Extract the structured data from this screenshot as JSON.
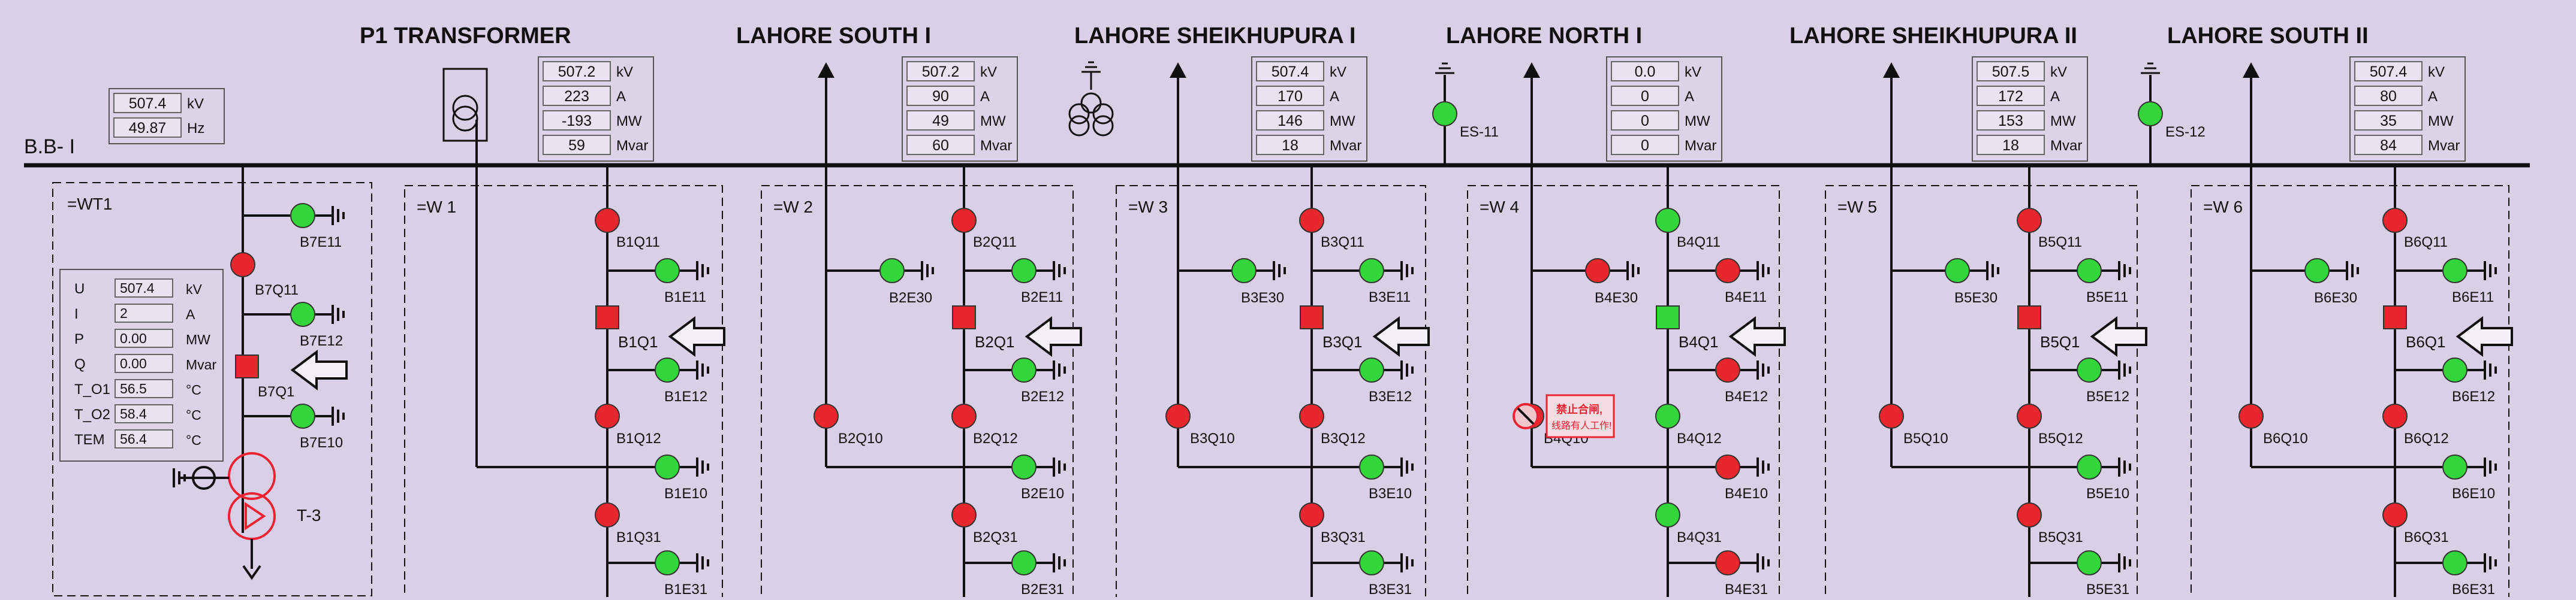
{
  "busbar": {
    "label": "B.B- I"
  },
  "colors": {
    "closed": "#e8262e",
    "open": "#33d63a",
    "line": "#111111",
    "bg": "#d9cfe6",
    "panel_bg": "#dcd3e8",
    "warn": "#ee2233"
  },
  "bus_meter": {
    "rows": [
      {
        "value": "507.4",
        "unit": "kV"
      },
      {
        "value": "49.87",
        "unit": "Hz"
      }
    ]
  },
  "transformer_panel": {
    "title": "=WT1",
    "rows": [
      {
        "label": "U",
        "value": "507.4",
        "unit": "kV"
      },
      {
        "label": "I",
        "value": "2",
        "unit": "A"
      },
      {
        "label": "P",
        "value": "0.00",
        "unit": "MW"
      },
      {
        "label": "Q",
        "value": "0.00",
        "unit": "Mvar"
      },
      {
        "label": "T_O1",
        "value": "56.5",
        "unit": "°C"
      },
      {
        "label": "T_O2",
        "value": "58.4",
        "unit": "°C"
      },
      {
        "label": "TEM",
        "value": "56.4",
        "unit": "°C"
      }
    ],
    "devices": {
      "e11": "B7E11",
      "q11": "B7Q11",
      "e12": "B7E12",
      "q1": "B7Q1",
      "e10": "B7E10"
    },
    "transformer_label": "T-3"
  },
  "top_devices": {
    "es11": "ES-11",
    "es12": "ES-12"
  },
  "warning_tag": {
    "line1": "禁止合闸,",
    "line2": "线路有人工作!"
  },
  "bays": [
    {
      "title": "P1 TRANSFORMER",
      "bay": "=W 1",
      "meter": [
        {
          "value": "507.2",
          "unit": "kV"
        },
        {
          "value": "223",
          "unit": "A"
        },
        {
          "value": "-193",
          "unit": "MW"
        },
        {
          "value": "59",
          "unit": "Mvar"
        }
      ],
      "labels": {
        "q11": "B1Q11",
        "e11": "B1E11",
        "q1": "B1Q1",
        "e12": "B1E12",
        "q12": "B1Q12",
        "e10": "B1E10",
        "q31": "B1Q31",
        "e31": "B1E31"
      }
    },
    {
      "title": "LAHORE SOUTH I",
      "bay": "=W 2",
      "meter": [
        {
          "value": "507.2",
          "unit": "kV"
        },
        {
          "value": "90",
          "unit": "A"
        },
        {
          "value": "49",
          "unit": "MW"
        },
        {
          "value": "60",
          "unit": "Mvar"
        }
      ],
      "labels": {
        "q11": "B2Q11",
        "e11": "B2E11",
        "e30": "B2E30",
        "q1": "B2Q1",
        "e12": "B2E12",
        "q10": "B2Q10",
        "q12": "B2Q12",
        "e10": "B2E10",
        "q31": "B2Q31",
        "e31": "B2E31"
      }
    },
    {
      "title": "LAHORE SHEIKHUPURA I",
      "bay": "=W 3",
      "meter": [
        {
          "value": "507.4",
          "unit": "kV"
        },
        {
          "value": "170",
          "unit": "A"
        },
        {
          "value": "146",
          "unit": "MW"
        },
        {
          "value": "18",
          "unit": "Mvar"
        }
      ],
      "labels": {
        "q11": "B3Q11",
        "e11": "B3E11",
        "e30": "B3E30",
        "q1": "B3Q1",
        "e12": "B3E12",
        "q10": "B3Q10",
        "q12": "B3Q12",
        "e10": "B3E10",
        "q31": "B3Q31",
        "e31": "B3E31"
      }
    },
    {
      "title": "LAHORE NORTH I",
      "bay": "=W 4",
      "meter": [
        {
          "value": "0.0",
          "unit": "kV"
        },
        {
          "value": "0",
          "unit": "A"
        },
        {
          "value": "0",
          "unit": "MW"
        },
        {
          "value": "0",
          "unit": "Mvar"
        }
      ],
      "labels": {
        "q11": "B4Q11",
        "e11": "B4E11",
        "e30": "B4E30",
        "q1": "B4Q1",
        "e12": "B4E12",
        "q10": "B4Q10",
        "q12": "B4Q12",
        "e10": "B4E10",
        "q31": "B4Q31",
        "e31": "B4E31"
      }
    },
    {
      "title": "LAHORE SHEIKHUPURA II",
      "bay": "=W 5",
      "meter": [
        {
          "value": "507.5",
          "unit": "kV"
        },
        {
          "value": "172",
          "unit": "A"
        },
        {
          "value": "153",
          "unit": "MW"
        },
        {
          "value": "18",
          "unit": "Mvar"
        }
      ],
      "labels": {
        "q11": "B5Q11",
        "e11": "B5E11",
        "e30": "B5E30",
        "q1": "B5Q1",
        "e12": "B5E12",
        "q10": "B5Q10",
        "q12": "B5Q12",
        "e10": "B5E10",
        "q31": "B5Q31",
        "e31": "B5E31"
      }
    },
    {
      "title": "LAHORE SOUTH II",
      "bay": "=W 6",
      "meter": [
        {
          "value": "507.4",
          "unit": "kV"
        },
        {
          "value": "80",
          "unit": "A"
        },
        {
          "value": "35",
          "unit": "MW"
        },
        {
          "value": "84",
          "unit": "Mvar"
        }
      ],
      "labels": {
        "q11": "B6Q11",
        "e11": "B6E11",
        "e30": "B6E30",
        "q1": "B6Q1",
        "e12": "B6E12",
        "q10": "B6Q10",
        "q12": "B6Q12",
        "e10": "B6E10",
        "q31": "B6Q31",
        "e31": "B6E31"
      }
    }
  ]
}
